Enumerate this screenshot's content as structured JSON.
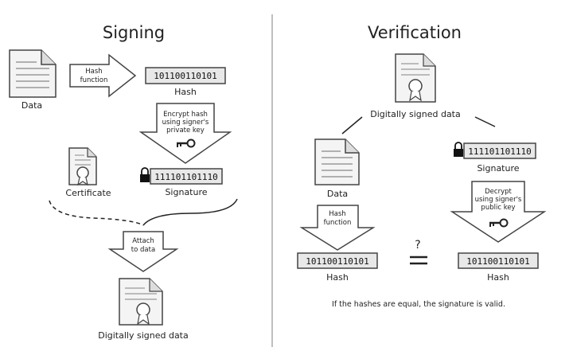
{
  "signing": {
    "title": "Signing",
    "data_label": "Data",
    "hash_function_line1": "Hash",
    "hash_function_line2": "function",
    "hash_bits": "101100110101",
    "hash_label": "Hash",
    "encrypt_line1": "Encrypt hash",
    "encrypt_line2": "using signer's",
    "encrypt_line3": "private key",
    "certificate_label": "Certificate",
    "signature_bits": "111101101110",
    "signature_label": "Signature",
    "attach_line1": "Attach",
    "attach_line2": "to data",
    "signed_data_label": "Digitally signed data"
  },
  "verification": {
    "title": "Verification",
    "signed_data_label": "Digitally signed data",
    "data_label": "Data",
    "signature_bits": "111101101110",
    "signature_label": "Signature",
    "hash_function_line1": "Hash",
    "hash_function_line2": "function",
    "decrypt_line1": "Decrypt",
    "decrypt_line2": "using signer's",
    "decrypt_line3": "public key",
    "hash_bits_left": "101100110101",
    "hash_label_left": "Hash",
    "question": "?",
    "hash_bits_right": "101100110101",
    "hash_label_right": "Hash",
    "conclusion": "If the hashes are equal, the signature is valid."
  },
  "icons": [
    "document-icon",
    "certificate-icon",
    "key-icon",
    "lock-icon"
  ],
  "colors": {
    "stroke": "#444444",
    "box_fill": "#e8e8e8",
    "doc_fill": "#f4f4f4"
  }
}
